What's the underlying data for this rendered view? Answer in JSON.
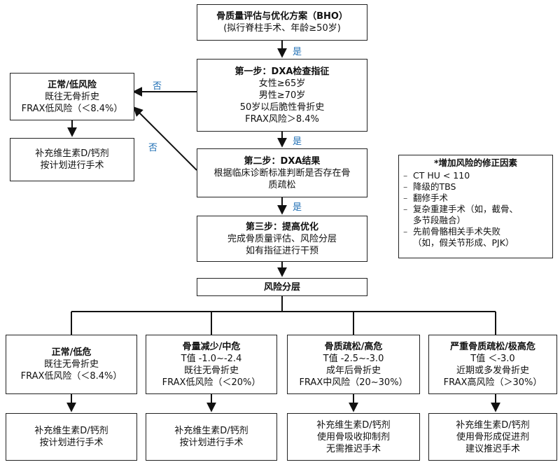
{
  "top": {
    "title": "骨质量评估与优化方案（BHO）",
    "sub": "(拟行脊柱手术、年龄≥50岁)"
  },
  "step1": {
    "title": "第一步：DXA检查指征",
    "lines": [
      "女性≥65岁",
      "男性≥70岁",
      "50岁以后脆性骨折史",
      "FRAX风险＞8.4%"
    ]
  },
  "step2": {
    "title": "第二步：DXA结果",
    "lines": [
      "根据临床诊断标准判断是否存在骨",
      "质疏松"
    ]
  },
  "step3": {
    "title": "第三步：提高优化",
    "lines": [
      "完成骨质量评估、风险分层",
      "如有指征进行干预"
    ]
  },
  "normal_low": {
    "title": "正常/低风险",
    "lines": [
      "既往无骨折史",
      "FRAX低风险（＜8.4%）"
    ]
  },
  "normal_low_action": {
    "lines": [
      "补充维生素D/钙剂",
      "按计划进行手术"
    ]
  },
  "stratify": {
    "title": "风险分层"
  },
  "labels": {
    "yes": "是",
    "no": "否"
  },
  "risk_factors": {
    "title": "*增加风险的修正因素",
    "items": [
      {
        "text": "CT HU < 110",
        "cont": ""
      },
      {
        "text": "降级的TBS",
        "cont": ""
      },
      {
        "text": "翻修手术",
        "cont": ""
      },
      {
        "text": "复杂重建手术（如，截骨、",
        "cont": "多节段融合）"
      },
      {
        "text": "先前骨骼相关手术失败",
        "cont": "（如，假关节形成、PJK）"
      }
    ]
  },
  "tiers": [
    {
      "title": "正常/低危",
      "lines": [
        "既往无骨折史",
        "FRAX低风险（＜8.4%）"
      ]
    },
    {
      "title": "骨量减少/中危",
      "lines": [
        "T值 -1.0~-2.4",
        "既往无骨折史",
        "FRAX低风险（＜20%）"
      ]
    },
    {
      "title": "骨质疏松/高危",
      "lines": [
        "T值 -2.5~-3.0",
        "成年后骨折史",
        "FRAX中风险（20~30%）"
      ]
    },
    {
      "title": "严重骨质疏松/极高危",
      "lines": [
        "T值 ＜-3.0",
        "近期或多发骨折史",
        "FRAX高风险（＞30%）"
      ]
    }
  ],
  "tier_actions": [
    {
      "lines": [
        "补充维生素D/钙剂",
        "按计划进行手术"
      ]
    },
    {
      "lines": [
        "补充维生素D/钙剂",
        "按计划进行手术"
      ]
    },
    {
      "lines": [
        "补充维生素D/钙剂",
        "使用骨吸收抑制剂",
        "无需推迟手术"
      ]
    },
    {
      "lines": [
        "补充维生素D/钙剂",
        "使用骨形成促进剂",
        "建议推迟手术"
      ]
    }
  ]
}
